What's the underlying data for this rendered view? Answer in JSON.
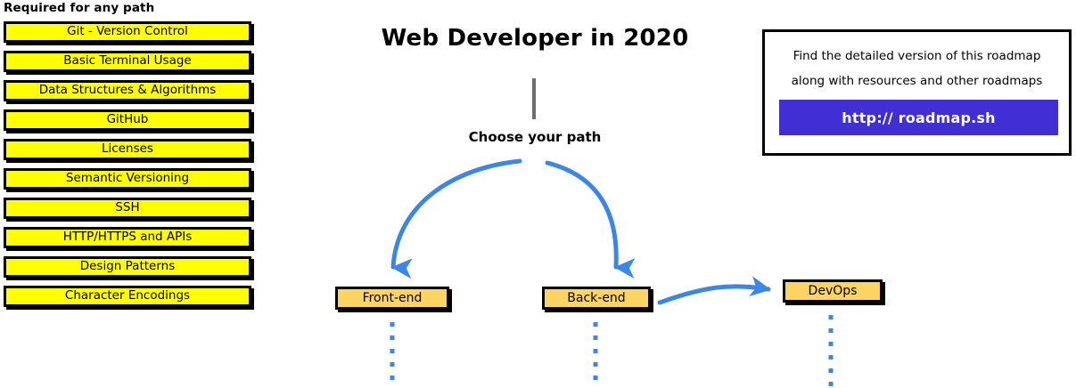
{
  "required_panel": {
    "heading": "Required for any path",
    "items": [
      {
        "label": "Git - Version Control"
      },
      {
        "label": "Basic Terminal Usage"
      },
      {
        "label": "Data Structures & Algorithms"
      },
      {
        "label": "GitHub"
      },
      {
        "label": "Licenses"
      },
      {
        "label": "Semantic Versioning"
      },
      {
        "label": "SSH"
      },
      {
        "label": "HTTP/HTTPS and APIs"
      },
      {
        "label": "Design Patterns"
      },
      {
        "label": "Character Encodings"
      }
    ]
  },
  "diagram": {
    "title": "Web Developer in 2020",
    "choose_path_label": "Choose your path",
    "nodes": [
      {
        "id": "frontend",
        "label": "Front-end"
      },
      {
        "id": "backend",
        "label": "Back-end"
      },
      {
        "id": "devops",
        "label": "DevOps"
      }
    ]
  },
  "info_box": {
    "line_1": "Find the detailed version of this roadmap",
    "line_2": "along with resources and other roadmaps",
    "cta_label": "http:// roadmap.sh"
  },
  "colors": {
    "required_item_fill": "#ffff00",
    "node_fill": "#fcd462",
    "arrow_blue": "#3b87e8",
    "cta_blue": "#3f2fd4",
    "stem_gray": "#6e6e6e",
    "outline": "#000000",
    "background": "#ffffff"
  }
}
